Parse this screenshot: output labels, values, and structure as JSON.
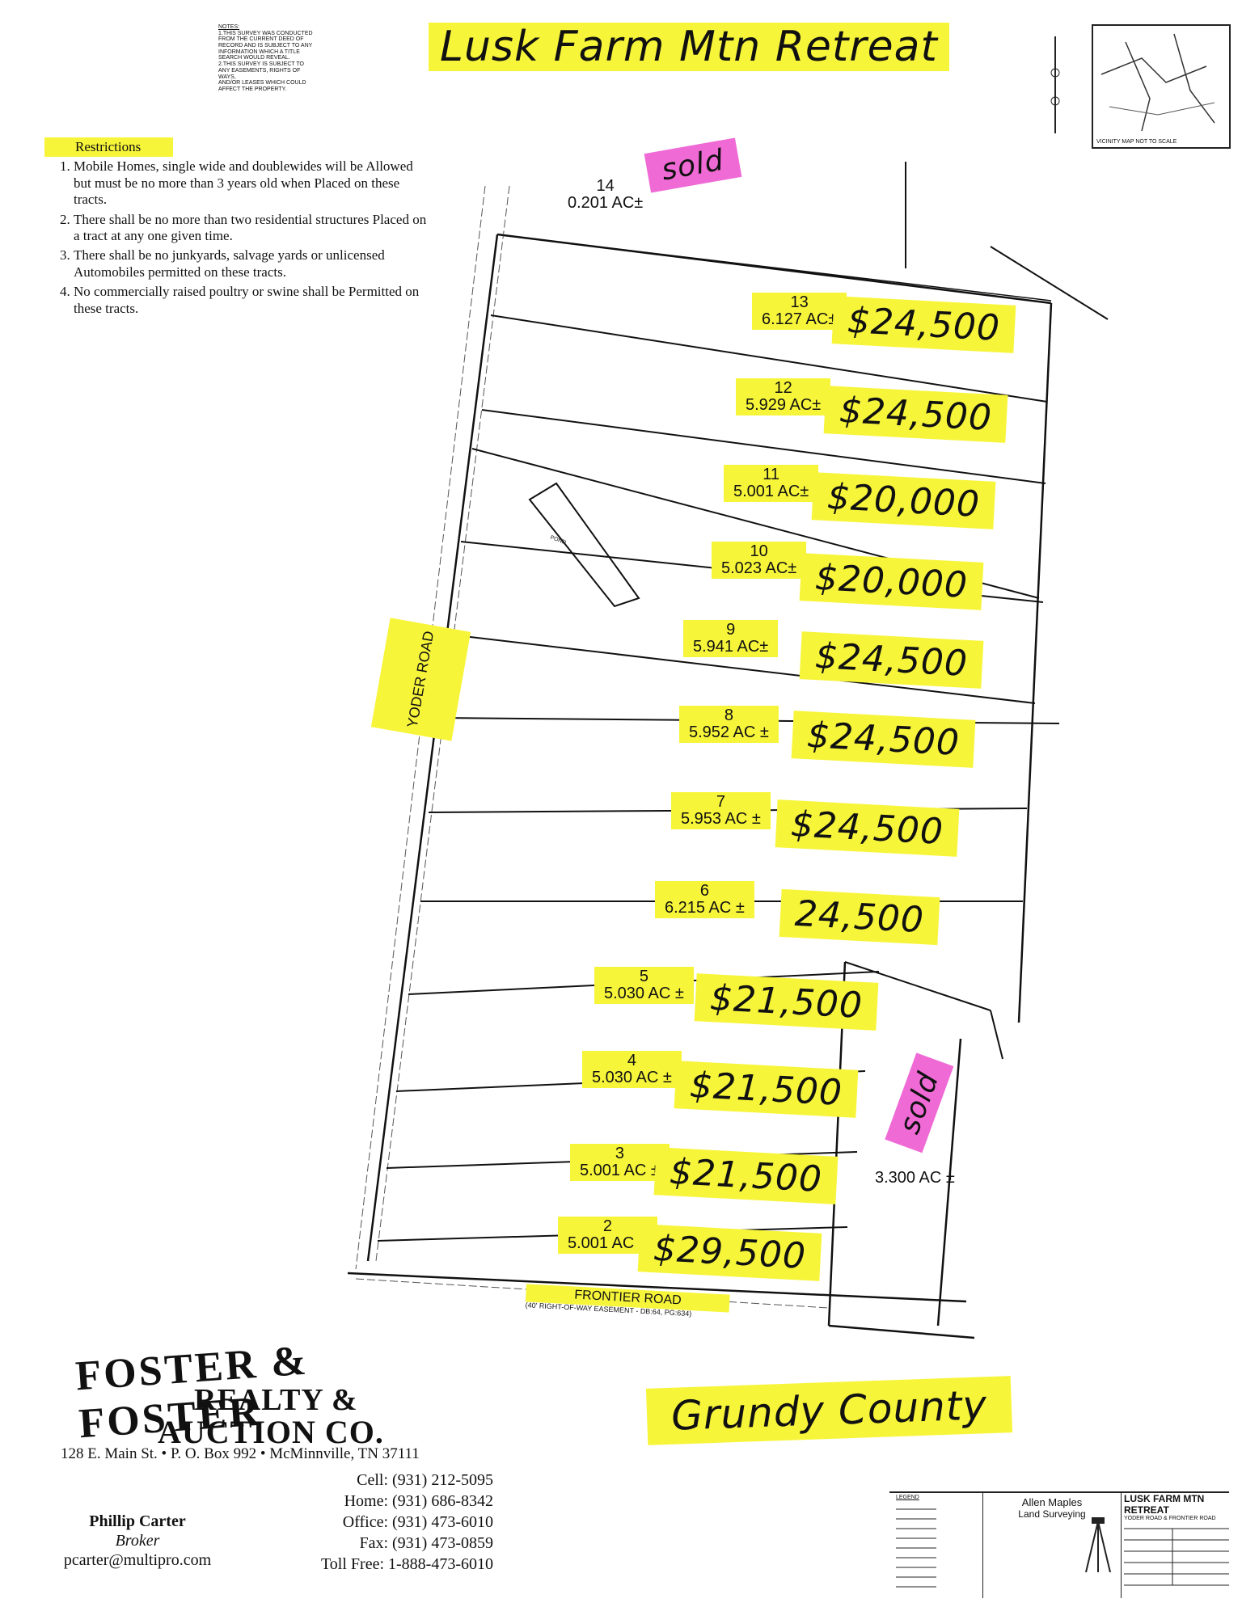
{
  "header": {
    "title": "Lusk Farm Mtn Retreat"
  },
  "notes": {
    "heading": "NOTES:",
    "lines": [
      "1.THIS SURVEY WAS CONDUCTED",
      "FROM THE CURRENT DEED OF",
      "RECORD AND IS SUBJECT TO ANY",
      "INFORMATION WHICH A TITLE",
      "SEARCH WOULD REVEAL.",
      "2.THIS SURVEY IS SUBJECT TO",
      "ANY EASEMENTS, RIGHTS OF WAYS,",
      "AND/OR LEASES WHICH COULD",
      "AFFECT THE PROPERTY."
    ]
  },
  "restrictions": {
    "heading": "Restrictions",
    "items": [
      "Mobile Homes, single wide and doublewides will be Allowed but must be no more than 3 years old when Placed on these tracts.",
      "There shall be no more than two residential structures Placed on a tract at any one given time.",
      "There shall be no junkyards, salvage yards or unlicensed Automobiles permitted on these tracts.",
      "No commercially raised poultry or swine shall be Permitted on these tracts."
    ]
  },
  "tracts": [
    {
      "num": "14",
      "acres": "0.201 AC±",
      "price": "sold"
    },
    {
      "num": "13",
      "acres": "6.127 AC±",
      "price": "$24,500"
    },
    {
      "num": "12",
      "acres": "5.929 AC±",
      "price": "$24,500"
    },
    {
      "num": "11",
      "acres": "5.001 AC±",
      "price": "$20,000"
    },
    {
      "num": "10",
      "acres": "5.023 AC±",
      "price": "$20,000"
    },
    {
      "num": "9",
      "acres": "5.941 AC±",
      "price": "$24,500"
    },
    {
      "num": "8",
      "acres": "5.952 AC ±",
      "price": "$24,500"
    },
    {
      "num": "7",
      "acres": "5.953 AC ±",
      "price": "$24,500"
    },
    {
      "num": "6",
      "acres": "6.215 AC ±",
      "price": "24,500"
    },
    {
      "num": "5",
      "acres": "5.030 AC ±",
      "price": "$21,500"
    },
    {
      "num": "4",
      "acres": "5.030 AC ±",
      "price": "$21,500"
    },
    {
      "num": "3",
      "acres": "5.001 AC ±",
      "price": "$21,500"
    },
    {
      "num": "2",
      "acres": "5.001 AC ±",
      "price": "$29,500"
    },
    {
      "num": "",
      "acres": "3.300 AC ±",
      "price": "sold"
    }
  ],
  "roads": {
    "yoder": "YODER ROAD",
    "frontier": "FRONTIER ROAD",
    "frontier_sub": "(40' RIGHT-OF-WAY EASEMENT - DB:64, PG:634)",
    "pond": "POND"
  },
  "county": "Grundy County",
  "company": {
    "line1": "FOSTER & FOSTER",
    "line2": "REALTY &",
    "line3": "AUCTION CO.",
    "address": "128 E. Main St. • P. O. Box 992 • McMinnville, TN 37111",
    "contacts": [
      "Cell: (931) 212-5095",
      "Home: (931) 686-8342",
      "Office: (931) 473-6010",
      "Fax: (931) 473-0859",
      "Toll Free: 1-888-473-6010"
    ],
    "agent": "Phillip Carter",
    "role": "Broker",
    "email": "pcarter@multipro.com"
  },
  "titleblock": {
    "surveyor": "Allen Maples",
    "surveyor_sub": "Land Surveying",
    "project": "LUSK FARM MTN RETREAT",
    "project_sub": "YODER ROAD & FRONTIER ROAD",
    "legend": "LEGEND"
  },
  "vicinity": "VICINITY MAP NOT TO SCALE",
  "colors": {
    "highlight": "#f7f53a",
    "pink": "#f06ad6"
  }
}
